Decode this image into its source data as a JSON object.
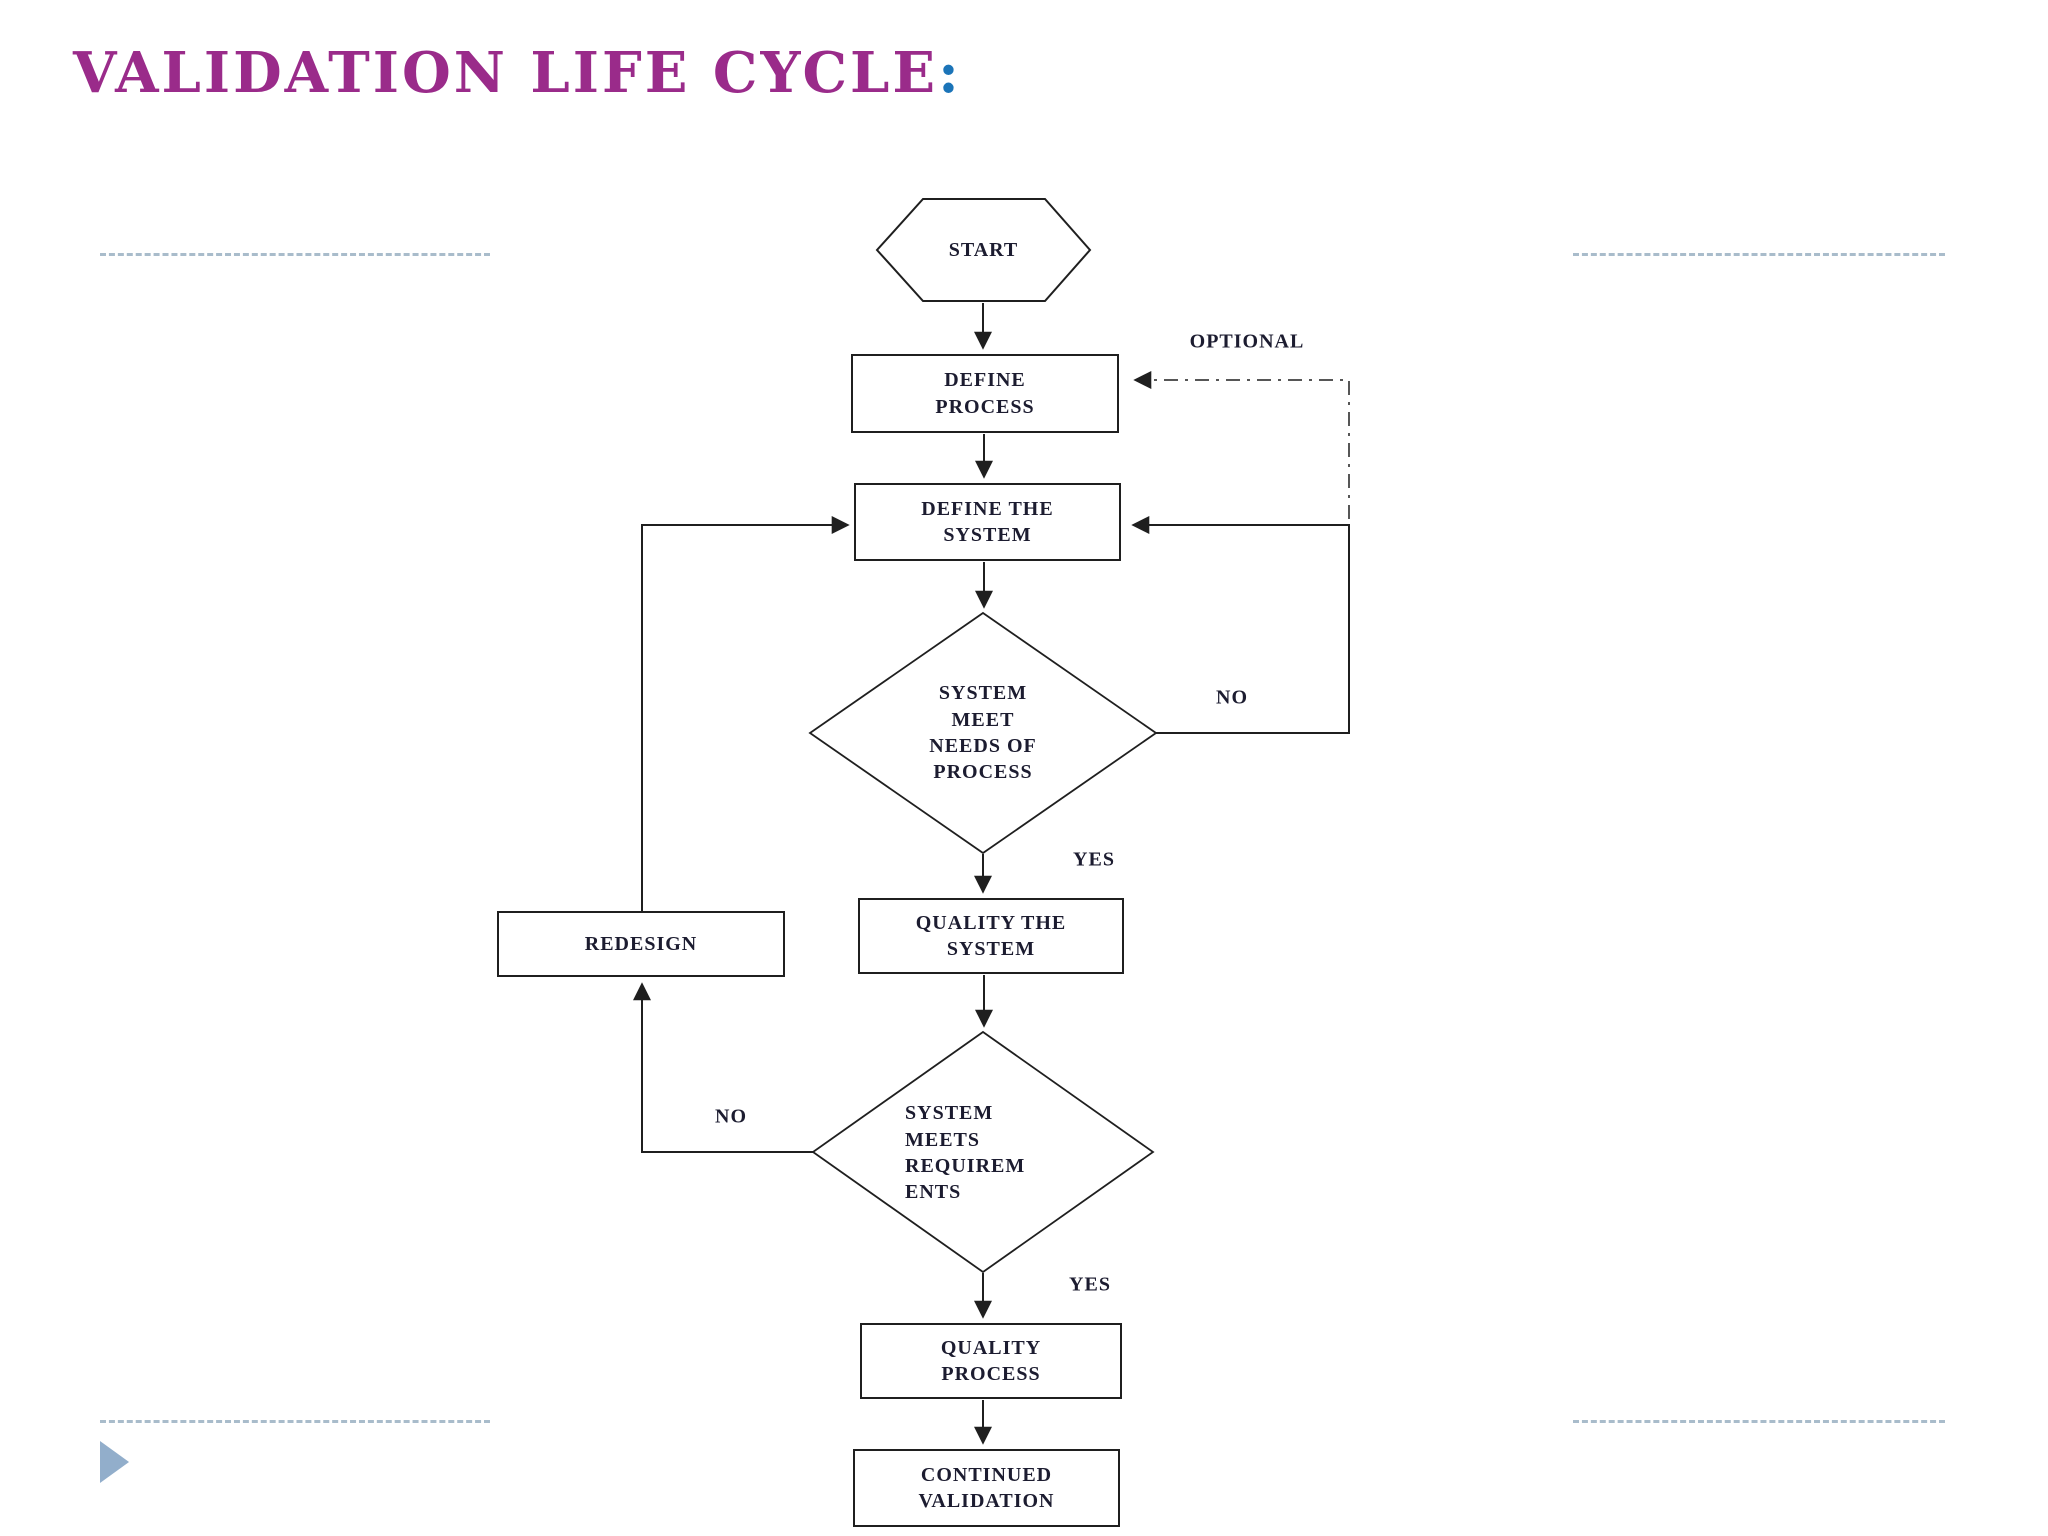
{
  "slide": {
    "title": "VALIDATION LIFE CYCLE",
    "title_colon": ":"
  },
  "colors": {
    "title": "#9a2b8a",
    "colon": "#1b74b8",
    "stroke": "#1f1f1f",
    "node_text": "#1c1c30",
    "guide": "#a9bccb",
    "triangle": "#92aecb"
  },
  "flowchart": {
    "nodes": {
      "start": "START",
      "define_process": "DEFINE\nPROCESS",
      "define_system": "DEFINE THE\nSYSTEM",
      "decision_needs": "SYSTEM\nMEET\nNEEDS OF\nPROCESS",
      "quality_system": "QUALITY THE\nSYSTEM",
      "redesign": "REDESIGN",
      "decision_requirements": "SYSTEM\nMEETS\nREQUIREM\nENTS",
      "quality_process": "QUALITY\nPROCESS",
      "continued_validation": "CONTINUED\nVALIDATION"
    },
    "edge_labels": {
      "optional": "OPTIONAL",
      "no_top": "NO",
      "yes_top": "YES",
      "no_bottom": "NO",
      "yes_bottom": "YES"
    }
  }
}
